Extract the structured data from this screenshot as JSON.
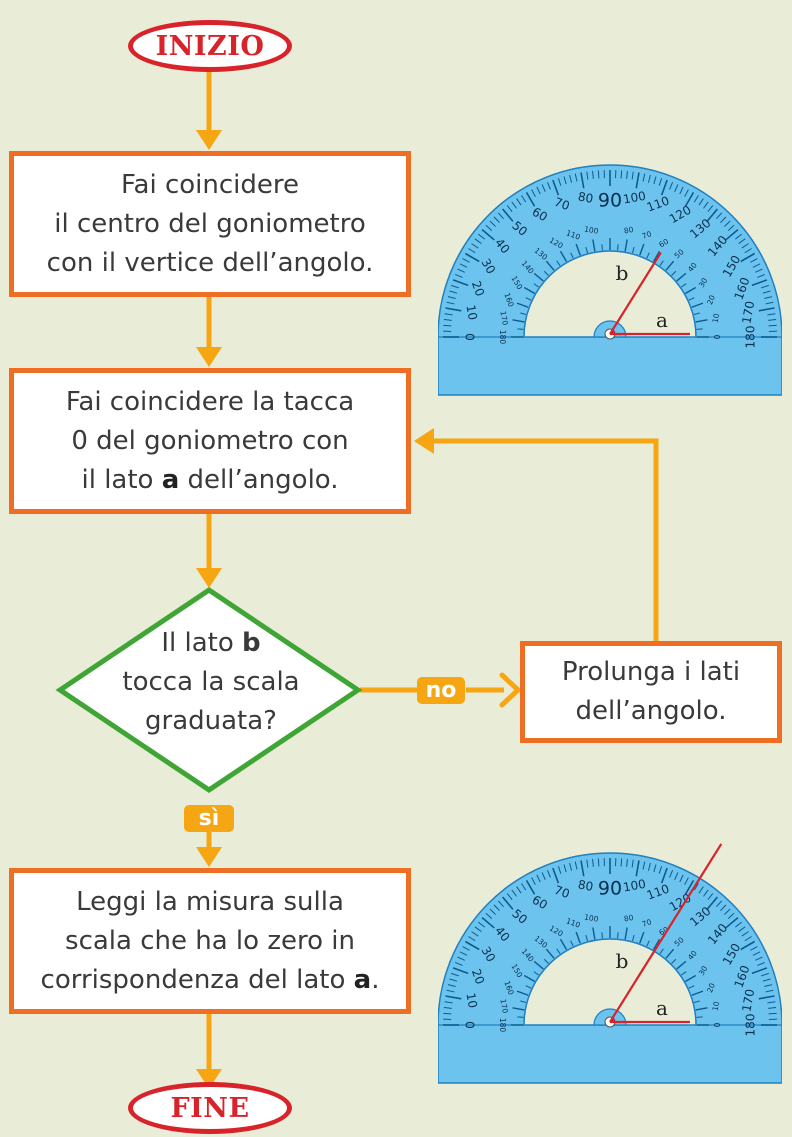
{
  "start": {
    "label": "INIZIO"
  },
  "end": {
    "label": "FINE"
  },
  "step1": {
    "lines": [
      "Fai coincidere",
      "il centro del goniometro",
      "con il vertice dell’angolo."
    ]
  },
  "step2": {
    "line1": "Fai coincidere la tacca",
    "line2": "0 del goniometro con",
    "line3_pre": "il lato ",
    "line3_bold": "a",
    "line3_post": " dell’angolo."
  },
  "decision": {
    "line1_pre": "Il lato ",
    "line1_bold": "b",
    "line2": "tocca la scala",
    "line3": "graduata?"
  },
  "branch_no": {
    "label": "no"
  },
  "branch_yes": {
    "label": "sì"
  },
  "extend_step": {
    "lines": [
      "Prolunga i lati",
      "dell’angolo."
    ]
  },
  "step3": {
    "line1": "Leggi la misura sulla",
    "line2": "scala che ha lo zero in",
    "line3_pre": "corrispondenza del lato ",
    "line3_bold": "a",
    "line3_post": "."
  },
  "protractor": {
    "center_label": "90",
    "outer_ticks_left": [
      "0",
      "10",
      "20",
      "30",
      "40",
      "50",
      "60",
      "70",
      "80"
    ],
    "outer_ticks_right": [
      "100",
      "110",
      "120",
      "130",
      "140",
      "150",
      "160",
      "170",
      "180"
    ],
    "inner_ticks_left": [
      "180",
      "170",
      "160",
      "150",
      "140",
      "130",
      "120",
      "110",
      "100"
    ],
    "inner_ticks_right": [
      "80",
      "70",
      "60",
      "50",
      "40",
      "30",
      "20",
      "10",
      "0"
    ],
    "side_a": "a",
    "side_b": "b"
  },
  "colors": {
    "background": "#e9ecd6",
    "terminal": "#d8232a",
    "process": "#ee6f24",
    "decision": "#3fa535",
    "arrow": "#f5a612",
    "protractor": "#6cc4ee"
  }
}
